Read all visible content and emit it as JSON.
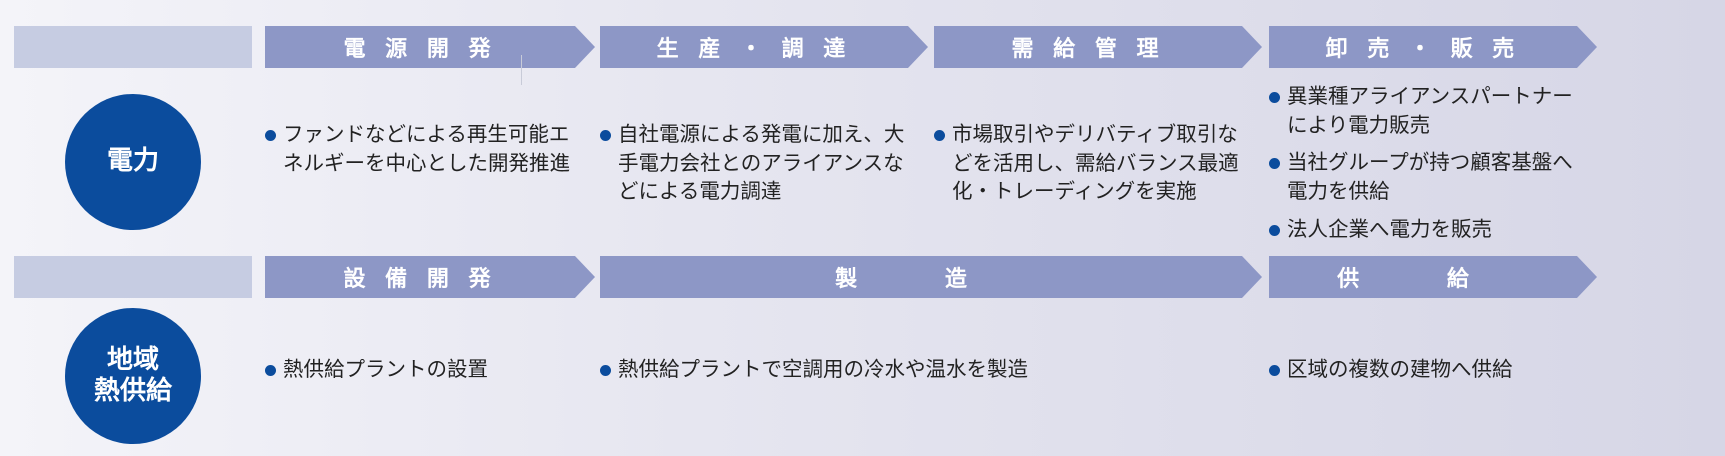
{
  "rows": [
    {
      "label": "電力",
      "stages": [
        "電 源 開 発",
        "生 産 ・ 調 達",
        "需 給 管 理",
        "卸 売 ・ 販 売"
      ],
      "cells": [
        [
          "ファンドなどによる再生可能エネルギーを中心とした開発推進"
        ],
        [
          "自社電源による発電に加え、大手電力会社とのアライアンスなどによる電力調達"
        ],
        [
          "市場取引やデリバティブ取引などを活用し、需給バランス最適化・トレーディングを実施"
        ],
        [
          "異業種アライアンスパートナーにより電力販売",
          "当社グループが持つ顧客基盤へ電力を供給",
          "法人企業へ電力を販売"
        ]
      ]
    },
    {
      "label": "地域\n熱供給",
      "stages": [
        "設 備 開 発",
        "製 造",
        "供 給"
      ],
      "cells": [
        [
          "熱供給プラントの設置"
        ],
        [
          "熱供給プラントで空調用の冷水や温水を製造"
        ],
        [
          "区域の複数の建物へ供給"
        ]
      ]
    }
  ],
  "colors": {
    "arrow": "#8d97c6",
    "lead_bar": "#c6cce2",
    "circle": "#0b4c9d",
    "bullet": "#0b4c9d"
  }
}
